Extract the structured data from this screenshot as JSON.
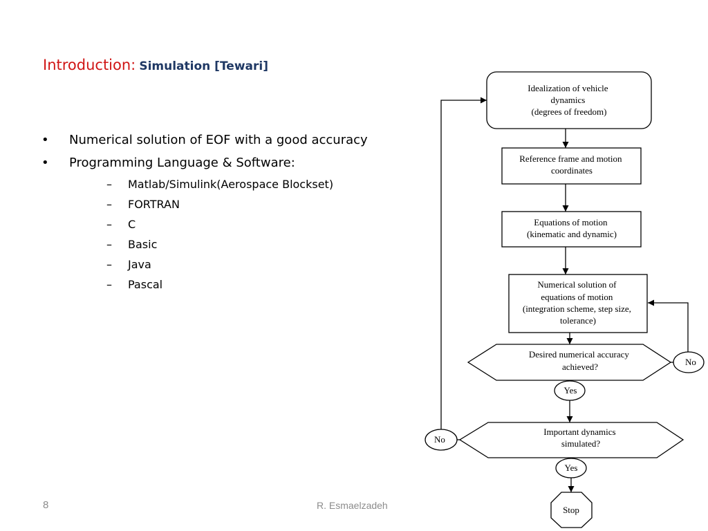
{
  "title": {
    "intro": "Introduction:",
    "subtitle": "Simulation [Tewari]"
  },
  "bullets": [
    {
      "text": "Numerical solution of EOF with a good accuracy",
      "sub": []
    },
    {
      "text": "Programming Language & Software:",
      "sub": [
        "Matlab/Simulink(Aerospace Blockset)",
        "FORTRAN",
        "C",
        "Basic",
        "Java",
        "Pascal"
      ]
    }
  ],
  "markers": {
    "level1": "•",
    "level2": "–"
  },
  "footer": {
    "page_number": "8",
    "author": "R. Esmaelzadeh"
  },
  "flowchart": {
    "idealization": [
      "Idealization of vehicle",
      "dynamics",
      "(degrees of freedom)"
    ],
    "reference": [
      "Reference frame and motion",
      "coordinates"
    ],
    "equations": [
      "Equations of motion",
      "(kinematic and dynamic)"
    ],
    "numerical": [
      "Numerical solution of",
      "equations of motion",
      "(integration scheme, step size,",
      "tolerance)"
    ],
    "accuracy_decision": [
      "Desired numerical accuracy",
      "achieved?"
    ],
    "accuracy_no": "No",
    "accuracy_yes": "Yes",
    "dynamics_decision": [
      "Important dynamics",
      "simulated?"
    ],
    "dynamics_no": "No",
    "dynamics_yes": "Yes",
    "stop": "Stop"
  },
  "colors": {
    "title_intro": "#d01515",
    "title_subtitle": "#1f3864",
    "footer": "#8c8c8c"
  }
}
